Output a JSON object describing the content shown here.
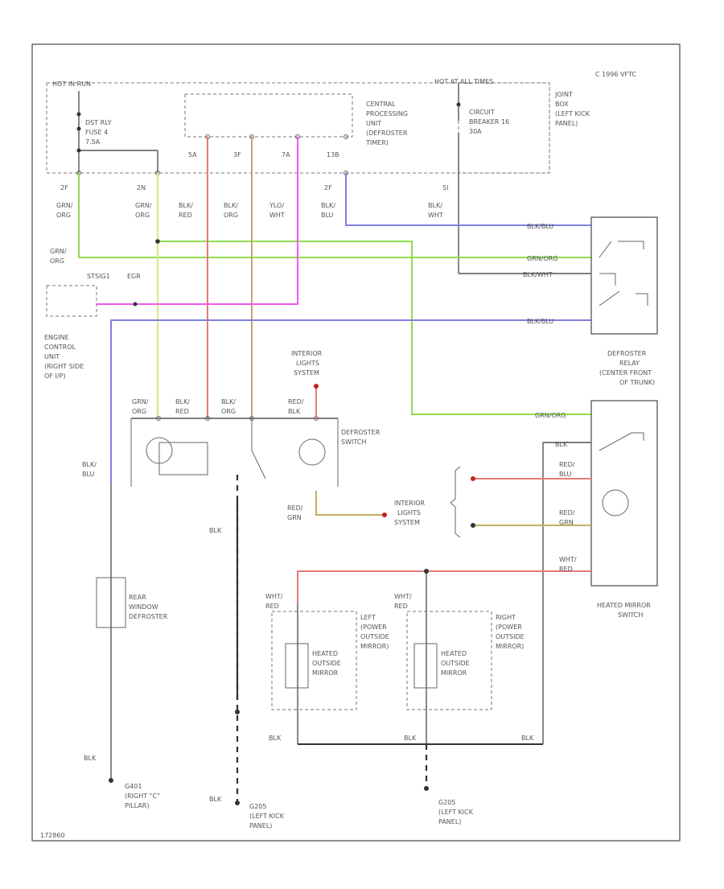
{
  "labels": {
    "hot_in_run": "HOT IN RUN",
    "hot_at_all_times": "HOT AT ALL TIMES",
    "corner_code": "C 1996 VFTC",
    "dst_rly_fuse": [
      "DST RLY",
      "FUSE 4",
      "7.5A"
    ],
    "central_unit": [
      "CENTRAL",
      "PROCESSING",
      "UNIT",
      "(DEFROSTER",
      "TIMER)"
    ],
    "circuit_breaker": [
      "CIRCUIT",
      "BREAKER 16",
      "30A"
    ],
    "joint_box": [
      "JOINT",
      "BOX",
      "(LEFT KICK",
      "PANEL)"
    ],
    "pin_5a": "5A",
    "pin_3f": "3F",
    "pin_7a": "7A",
    "pin_13b": "13B",
    "pin_2f_a": "2F",
    "pin_2n": "2N",
    "pin_2f_b": "2F",
    "pin_5b": "5I",
    "stsig1": "STSIG1",
    "egr": "EGR",
    "ecu": [
      "ENGINE",
      "CONTROL",
      "UNIT",
      "(RIGHT SIDE",
      "OF I/P)"
    ],
    "defroster_relay": [
      "DEFROSTER",
      "RELAY",
      "(CENTER FRONT",
      "OF TRUNK)"
    ],
    "interior_lights_top": [
      "INTERIOR",
      "LIGHTS",
      "SYSTEM"
    ],
    "defroster_switch": [
      "DEFROSTER",
      "SWITCH"
    ],
    "interior_lights_mid": [
      "INTERIOR",
      "LIGHTS",
      "SYSTEM"
    ],
    "rear_window_defroster": [
      "REAR",
      "WINDOW",
      "DEFROSTER"
    ],
    "left_mirror": [
      "LEFT",
      "(POWER",
      "OUTSIDE",
      "MIRROR)"
    ],
    "right_mirror": [
      "RIGHT",
      "(POWER",
      "OUTSIDE",
      "MIRROR)"
    ],
    "heated_outside_mirror_l": [
      "HEATED",
      "OUTSIDE",
      "MIRROR"
    ],
    "heated_outside_mirror_r": [
      "HEATED",
      "OUTSIDE",
      "MIRROR"
    ],
    "heated_mirror_switch": [
      "HEATED MIRROR",
      "SWITCH"
    ],
    "g401": [
      "G401",
      "(RIGHT \"C\"",
      "PILLAR)"
    ],
    "g205_a": [
      "G205",
      "(LEFT KICK",
      "PANEL)"
    ],
    "g205_b": [
      "G205",
      "(LEFT KICK",
      "PANEL)"
    ],
    "figure_id": "172860"
  },
  "wire_labels": {
    "grn_org_1": [
      "GRN/",
      "ORG"
    ],
    "grn_org_2": [
      "GRN/",
      "ORG"
    ],
    "blk_red_1": [
      "BLK/",
      "RED"
    ],
    "blk_org_1": [
      "BLK/",
      "ORG"
    ],
    "ylo_wht": [
      "YLO/",
      "WHT"
    ],
    "blk_blu_1": [
      "BLK/",
      "BLU"
    ],
    "blk_wht_1": [
      "BLK/",
      "WHT"
    ],
    "grn_org_left": [
      "GRN/",
      "ORG"
    ],
    "blk_blu_r1": "BLK/BLU",
    "grn_org_r1": "GRN/ORG",
    "blk_wht_r1": "BLK/WHT",
    "blk_blu_r2": "BLK/BLU",
    "grn_org_r2": "GRN/ORG",
    "grn_org_sw": [
      "GRN/",
      "ORG"
    ],
    "blk_red_sw": [
      "BLK/",
      "RED"
    ],
    "blk_org_sw": [
      "BLK/",
      "ORG"
    ],
    "red_blk_sw": [
      "RED/",
      "BLK"
    ],
    "blk_blu_left": [
      "BLK/",
      "BLU"
    ],
    "red_grn": [
      "RED/",
      "GRN"
    ],
    "blk_mid": "BLK",
    "blk_hms": "BLK",
    "red_blu": [
      "RED/",
      "BLU"
    ],
    "red_grn_r": [
      "RED/",
      "GRN"
    ],
    "wht_red_r": [
      "WHT/",
      "RED"
    ],
    "wht_red_l": [
      "WHT/",
      "RED"
    ],
    "wht_red_m": [
      "WHT/",
      "RED"
    ],
    "blk_bl": "BLK",
    "blk_bm": "BLK",
    "blk_br": "BLK",
    "blk_g401": "BLK",
    "blk_g205": "BLK"
  },
  "colors": {
    "green": "#8fdc4f",
    "yellow": "#dfe87a",
    "pink": "#f05af0",
    "blue": "#8080e0",
    "red": "#e87a7a",
    "tan": "#c8a070",
    "olive": "#c0b060",
    "dark": "#555555",
    "node_red": "#c82020"
  }
}
